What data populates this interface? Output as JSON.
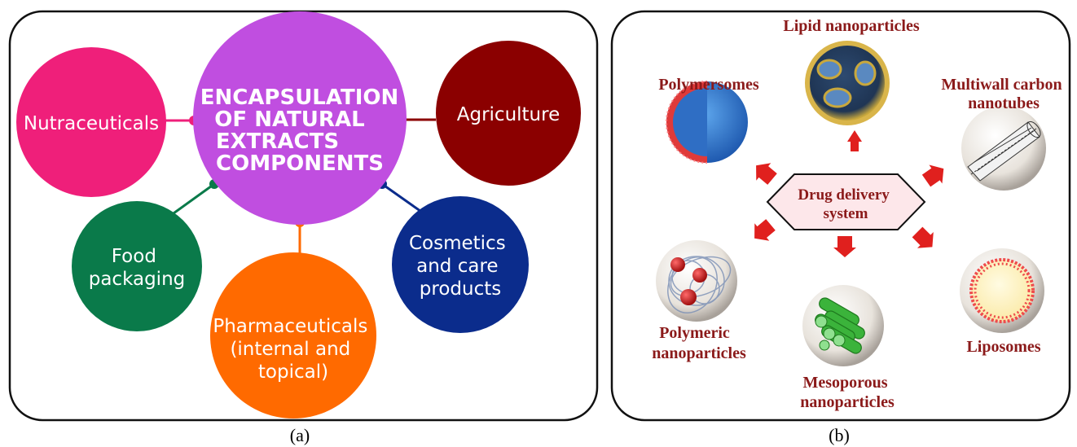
{
  "panel_a": {
    "caption": "(a)",
    "hub": {
      "lines": [
        "ENCAPSULATION",
        "OF NATURAL",
        "EXTRACTS",
        "COMPONENTS"
      ],
      "color": "#c04ee0"
    },
    "satellites": [
      {
        "id": "nutraceuticals",
        "lines": [
          "Nutraceuticals"
        ],
        "color": "#ef1f7a"
      },
      {
        "id": "agriculture",
        "lines": [
          "Agriculture"
        ],
        "color": "#8b0000"
      },
      {
        "id": "food-packaging",
        "lines": [
          "Food",
          "packaging"
        ],
        "color": "#0a7a4a"
      },
      {
        "id": "cosmetics",
        "lines": [
          "Cosmetics",
          "and care",
          "products"
        ],
        "color": "#0b2c8c"
      },
      {
        "id": "pharmaceuticals",
        "lines": [
          "Pharmaceuticals",
          "(internal and",
          "topical)"
        ],
        "color": "#ff6a00"
      }
    ]
  },
  "panel_b": {
    "caption": "(b)",
    "center": {
      "lines": [
        "Drug delivery",
        "system"
      ]
    },
    "labels": {
      "lipid": [
        "Lipid nanoparticles"
      ],
      "polymersomes": [
        "Polymersomes"
      ],
      "mwcnt": [
        "Multiwall carbon",
        "nanotubes"
      ],
      "polymeric": [
        "Polymeric",
        "nanoparticles"
      ],
      "mesoporous": [
        "Mesoporous",
        "nanoparticles"
      ],
      "liposomes": [
        "Liposomes"
      ]
    },
    "arrow_color": "#e0201e",
    "label_color": "#8b1a1a"
  }
}
